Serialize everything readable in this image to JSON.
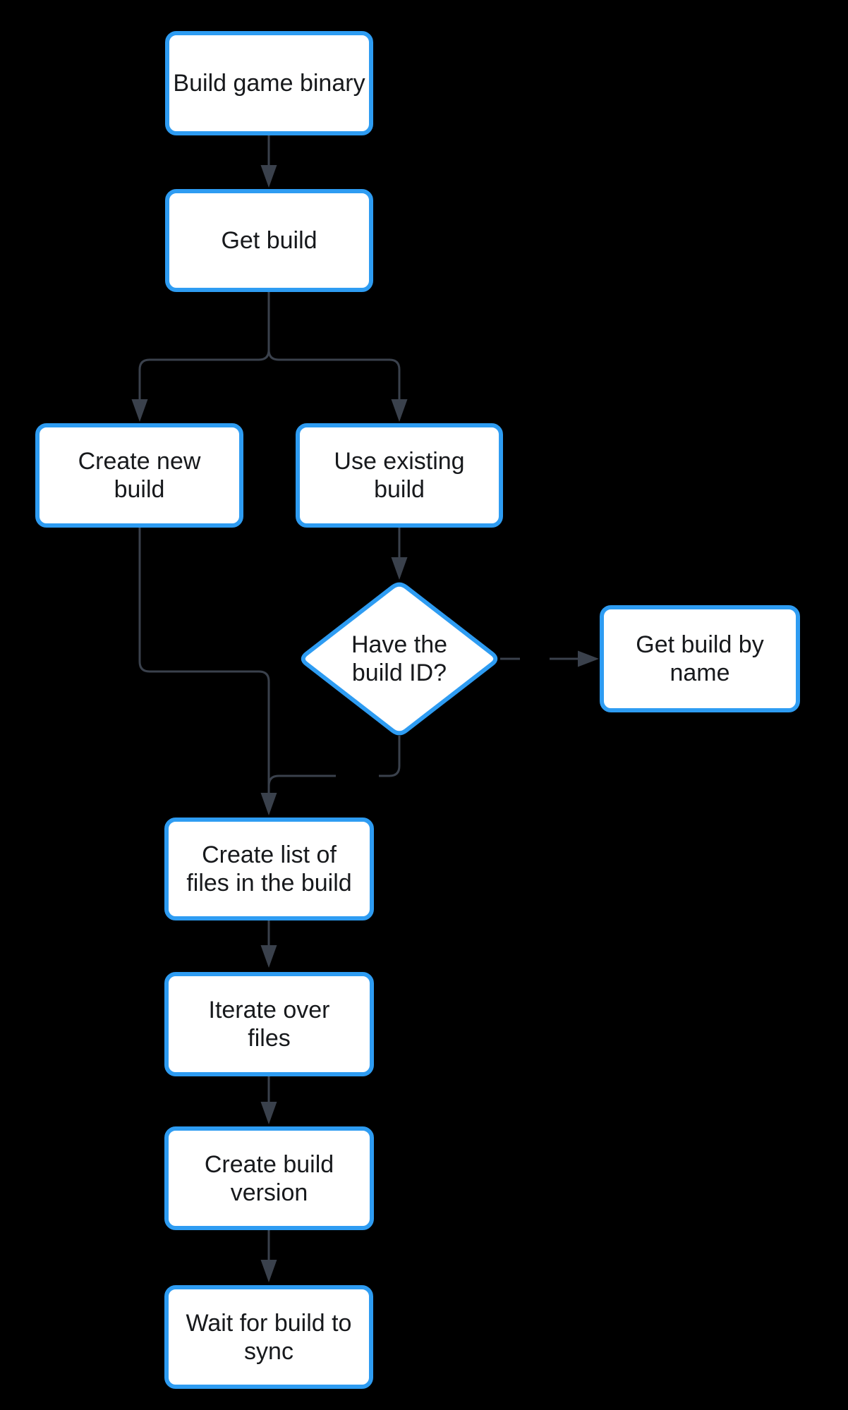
{
  "diagram": {
    "type": "flowchart",
    "direction": "top-down",
    "colors": {
      "background": "#000000",
      "node_fill": "#ffffff",
      "node_border": "#2e9cf2",
      "edge_line": "#3a414c",
      "node_text": "#17191c"
    },
    "nodes": [
      {
        "id": "build-game-binary",
        "shape": "rect",
        "lines": [
          "Build game binary"
        ]
      },
      {
        "id": "get-build",
        "shape": "rect",
        "lines": [
          "Get build"
        ]
      },
      {
        "id": "create-new-build",
        "shape": "rect",
        "lines": [
          "Create new",
          "build"
        ]
      },
      {
        "id": "use-existing-build",
        "shape": "rect",
        "lines": [
          "Use existing",
          "build"
        ]
      },
      {
        "id": "have-the-build-id",
        "shape": "diamond",
        "lines": [
          "Have the",
          "build ID?"
        ]
      },
      {
        "id": "get-build-by-name",
        "shape": "rect",
        "lines": [
          "Get build by",
          "name"
        ]
      },
      {
        "id": "create-list-of-files",
        "shape": "rect",
        "lines": [
          "Create list of",
          "files in the build"
        ]
      },
      {
        "id": "iterate-over-files",
        "shape": "rect",
        "lines": [
          "Iterate over",
          "files"
        ]
      },
      {
        "id": "create-build-version",
        "shape": "rect",
        "lines": [
          "Create build",
          "version"
        ]
      },
      {
        "id": "wait-for-build-to-sync",
        "shape": "rect",
        "lines": [
          "Wait for build to",
          "sync"
        ]
      }
    ],
    "edges": [
      {
        "from": "build-game-binary",
        "to": "get-build"
      },
      {
        "from": "get-build",
        "to": "create-new-build"
      },
      {
        "from": "get-build",
        "to": "use-existing-build"
      },
      {
        "from": "use-existing-build",
        "to": "have-the-build-id"
      },
      {
        "from": "have-the-build-id",
        "to": "get-build-by-name"
      },
      {
        "from": "create-new-build",
        "to": "create-list-of-files"
      },
      {
        "from": "have-the-build-id",
        "to": "create-list-of-files"
      },
      {
        "from": "create-list-of-files",
        "to": "iterate-over-files"
      },
      {
        "from": "iterate-over-files",
        "to": "create-build-version"
      },
      {
        "from": "create-build-version",
        "to": "wait-for-build-to-sync"
      }
    ]
  }
}
